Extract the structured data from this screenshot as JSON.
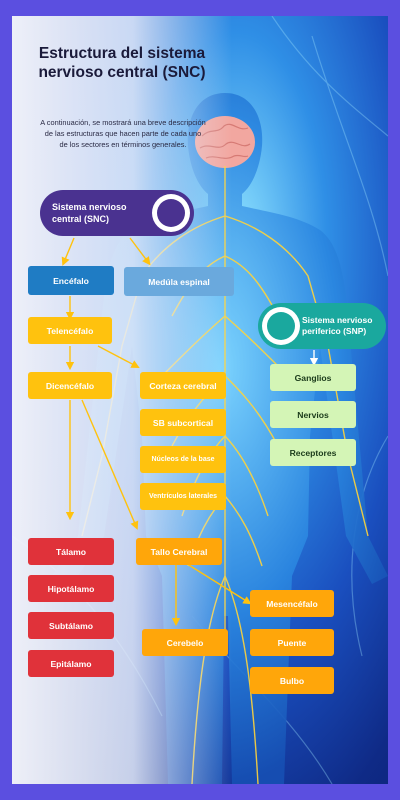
{
  "title": "Estructura del sistema nervioso central (SNC)",
  "intro": "A continuación, se mostrará una breve descripción de las estructuras que hacen parte de cada uno de los sectores en términos generales.",
  "snc": {
    "label": "Sistema nervioso central (SNC)"
  },
  "snp": {
    "label": "Sistema nervioso periferico (SNP)"
  },
  "snc_branch": {
    "encefalo": "Encéfalo",
    "medula": "Medúla espinal",
    "telencefalo": "Telencéfalo",
    "diencefalo": "Dicencéfalo",
    "telencefalo_parts": [
      "Corteza cerebral",
      "SB subcortical",
      "Núcleos de la base",
      "Ventrículos laterales"
    ],
    "diencefalo_parts": [
      "Tálamo",
      "Hipotálamo",
      "Subtálamo",
      "Epitálamo"
    ],
    "tallo": "Tallo Cerebral",
    "cerebelo": "Cerebelo",
    "tallo_parts": [
      "Mesencéfalo",
      "Puente",
      "Bulbo"
    ]
  },
  "snp_branch": {
    "parts": [
      "Ganglios",
      "Nervios",
      "Receptores"
    ]
  },
  "colors": {
    "frame": "#5b4fe0",
    "snc_pill": "#4a3290",
    "snp_pill": "#1aa89e",
    "encefalo": "#1f7cc4",
    "medula": "#6aa9dd",
    "yellow": "#ffc20e",
    "red": "#e0323a",
    "orange": "#ffa60a",
    "green": "#d4f5b6"
  }
}
